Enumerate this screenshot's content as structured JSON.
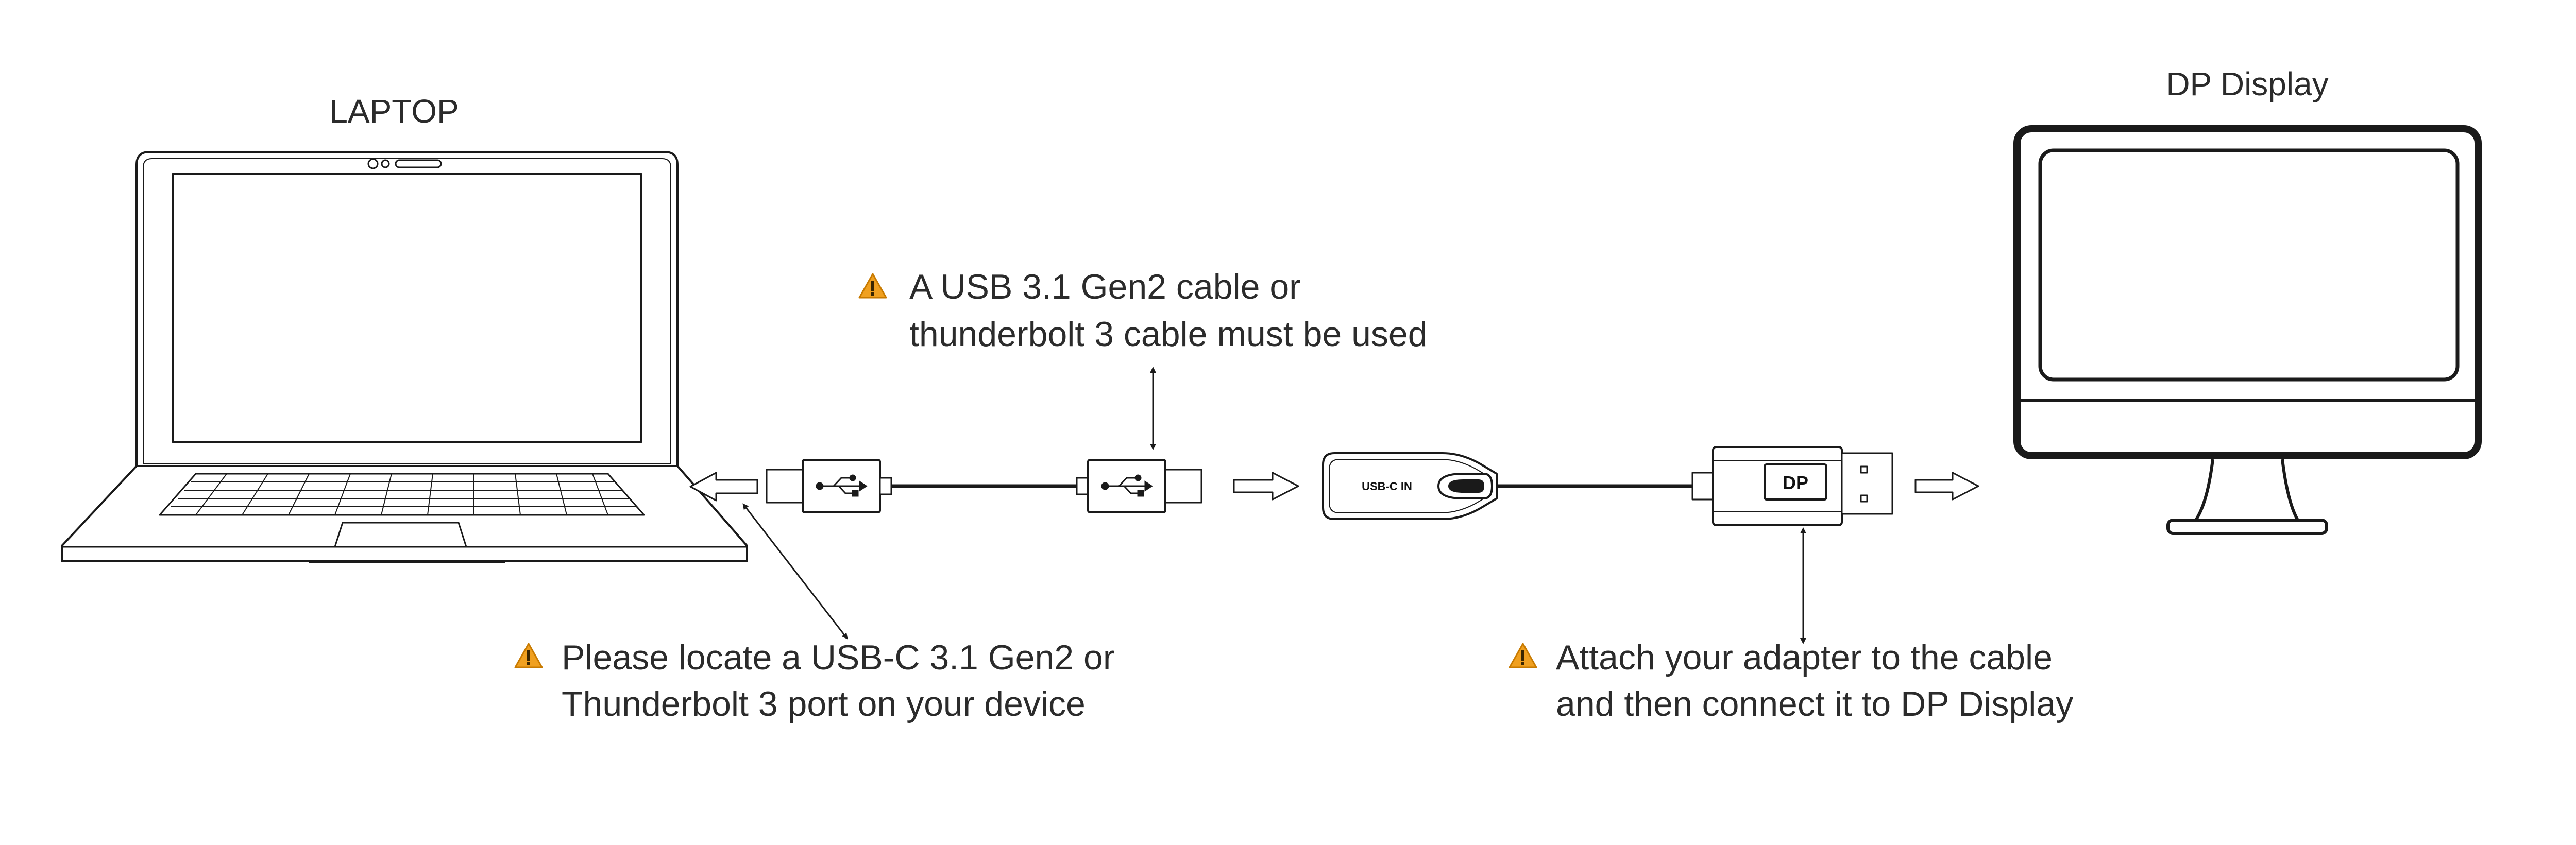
{
  "devices": {
    "laptop_label": "LAPTOP",
    "display_label": "DP Display"
  },
  "notes": {
    "cable": {
      "line1": "A USB 3.1 Gen2 cable or",
      "line2": "thunderbolt 3 cable must be used"
    },
    "port": {
      "line1": "Please locate a USB-C 3.1 Gen2 or",
      "line2": "Thunderbolt 3 port on your device"
    },
    "attach": {
      "line1": "Attach your adapter to the cable",
      "line2": "and then connect it to  DP Display"
    }
  },
  "adapter": {
    "input_label": "USB-C IN",
    "output_label": "DP"
  },
  "icons": {
    "warning": "warning-triangle-icon",
    "usb": "usb-symbol-icon",
    "flow_arrow": "hollow-arrow-icon"
  },
  "colors": {
    "warning_fill": "#f0a020",
    "warning_stroke": "#c87a00",
    "line": "#1a1a1a"
  }
}
